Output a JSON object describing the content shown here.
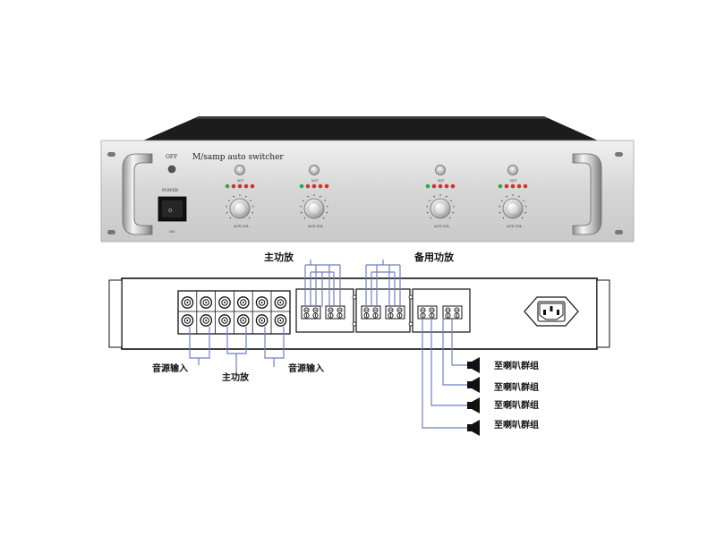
{
  "front_panel": {
    "off_label": "OFF",
    "title": "M/samp auto switcher",
    "power_label": "POWER",
    "power_rocker_mark": "o",
    "power_on_mark": "ON",
    "channel_button_label": "M/T",
    "knob_label": "AUX VOL"
  },
  "rear_diagram": {
    "main_amp_label": "主功放",
    "backup_amp_label": "备用功放",
    "source_input_left_label": "音源输入",
    "main_amp_bottom_label": "主功放",
    "source_input_right_label": "音源输入",
    "speaker_group_labels": [
      "至喇叭群组",
      "至喇叭群组",
      "至喇叭群组",
      "至喇叭群组"
    ]
  },
  "colors": {
    "chassis_top": "#1a1a1a",
    "brushed_metal": "#d9d9d9",
    "led_green": "#2fa84a",
    "led_red": "#d8302b",
    "wire": "#6f7ec4",
    "outline": "#111111"
  }
}
